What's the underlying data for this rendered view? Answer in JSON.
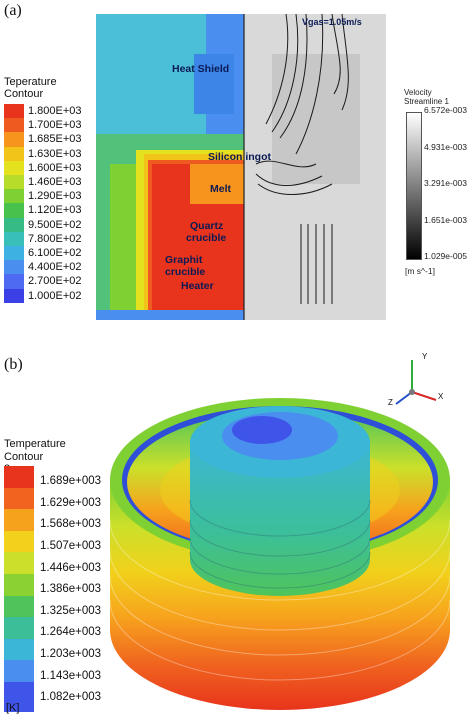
{
  "panel_a": {
    "label": "(a)",
    "legend": {
      "title_line1": "Teperature",
      "title_line2": "Contour",
      "entries": [
        {
          "value": "1.800E+03",
          "color": "#e8341c"
        },
        {
          "value": "1.700E+03",
          "color": "#ee5a1f"
        },
        {
          "value": "1.685E+03",
          "color": "#f7941d"
        },
        {
          "value": "1.630E+03",
          "color": "#f2c318"
        },
        {
          "value": "1.600E+03",
          "color": "#e4e11e"
        },
        {
          "value": "1.460E+03",
          "color": "#b8dc2a"
        },
        {
          "value": "1.290E+03",
          "color": "#7fd033"
        },
        {
          "value": "1.120E+03",
          "color": "#48c24d"
        },
        {
          "value": "9.500E+02",
          "color": "#36bb84"
        },
        {
          "value": "7.800E+02",
          "color": "#39bfb9"
        },
        {
          "value": "6.100E+02",
          "color": "#3cb1e2"
        },
        {
          "value": "4.400E+02",
          "color": "#4a8ef0"
        },
        {
          "value": "2.700E+02",
          "color": "#4f6af2"
        },
        {
          "value": "1.000E+02",
          "color": "#3b3fe6"
        }
      ]
    },
    "labels": {
      "heat_shield": "Heat Shield",
      "silicon_ingot": "Silicon ingot",
      "melt": "Melt",
      "quartz_1": "Quartz",
      "quartz_2": "crucible",
      "graphite_1": "Graphit",
      "graphite_2": "crucible",
      "heater": "Heater",
      "vgas": "Vgas=1.05m/s"
    },
    "velocity_legend": {
      "title_line1": "Velocity",
      "title_line2": "Streamline 1",
      "ticks": [
        "6.572e-003",
        "4.931e-003",
        "3.291e-003",
        "1.651e-003",
        "1.029e-005"
      ],
      "unit": "[m s^-1]"
    }
  },
  "panel_b": {
    "label": "(b)",
    "legend": {
      "title_line1": "Temperature",
      "title_line2": "Contour 3",
      "entries": [
        {
          "value": "1.689e+003",
          "color": "#e8341c"
        },
        {
          "value": "1.629e+003",
          "color": "#f0641f"
        },
        {
          "value": "1.568e+003",
          "color": "#f7a21d"
        },
        {
          "value": "1.507e+003",
          "color": "#f1d11b"
        },
        {
          "value": "1.446e+003",
          "color": "#cbe02a"
        },
        {
          "value": "1.386e+003",
          "color": "#8ad232"
        },
        {
          "value": "1.325e+003",
          "color": "#4fc45a"
        },
        {
          "value": "1.264e+003",
          "color": "#3cbf99"
        },
        {
          "value": "1.203e+003",
          "color": "#3cb6d6"
        },
        {
          "value": "1.143e+003",
          "color": "#4a8ef0"
        },
        {
          "value": "1.082e+003",
          "color": "#3f54e8"
        }
      ],
      "unit": "[K]"
    },
    "axes": {
      "x": "X",
      "y": "Y",
      "z": "Z"
    }
  }
}
